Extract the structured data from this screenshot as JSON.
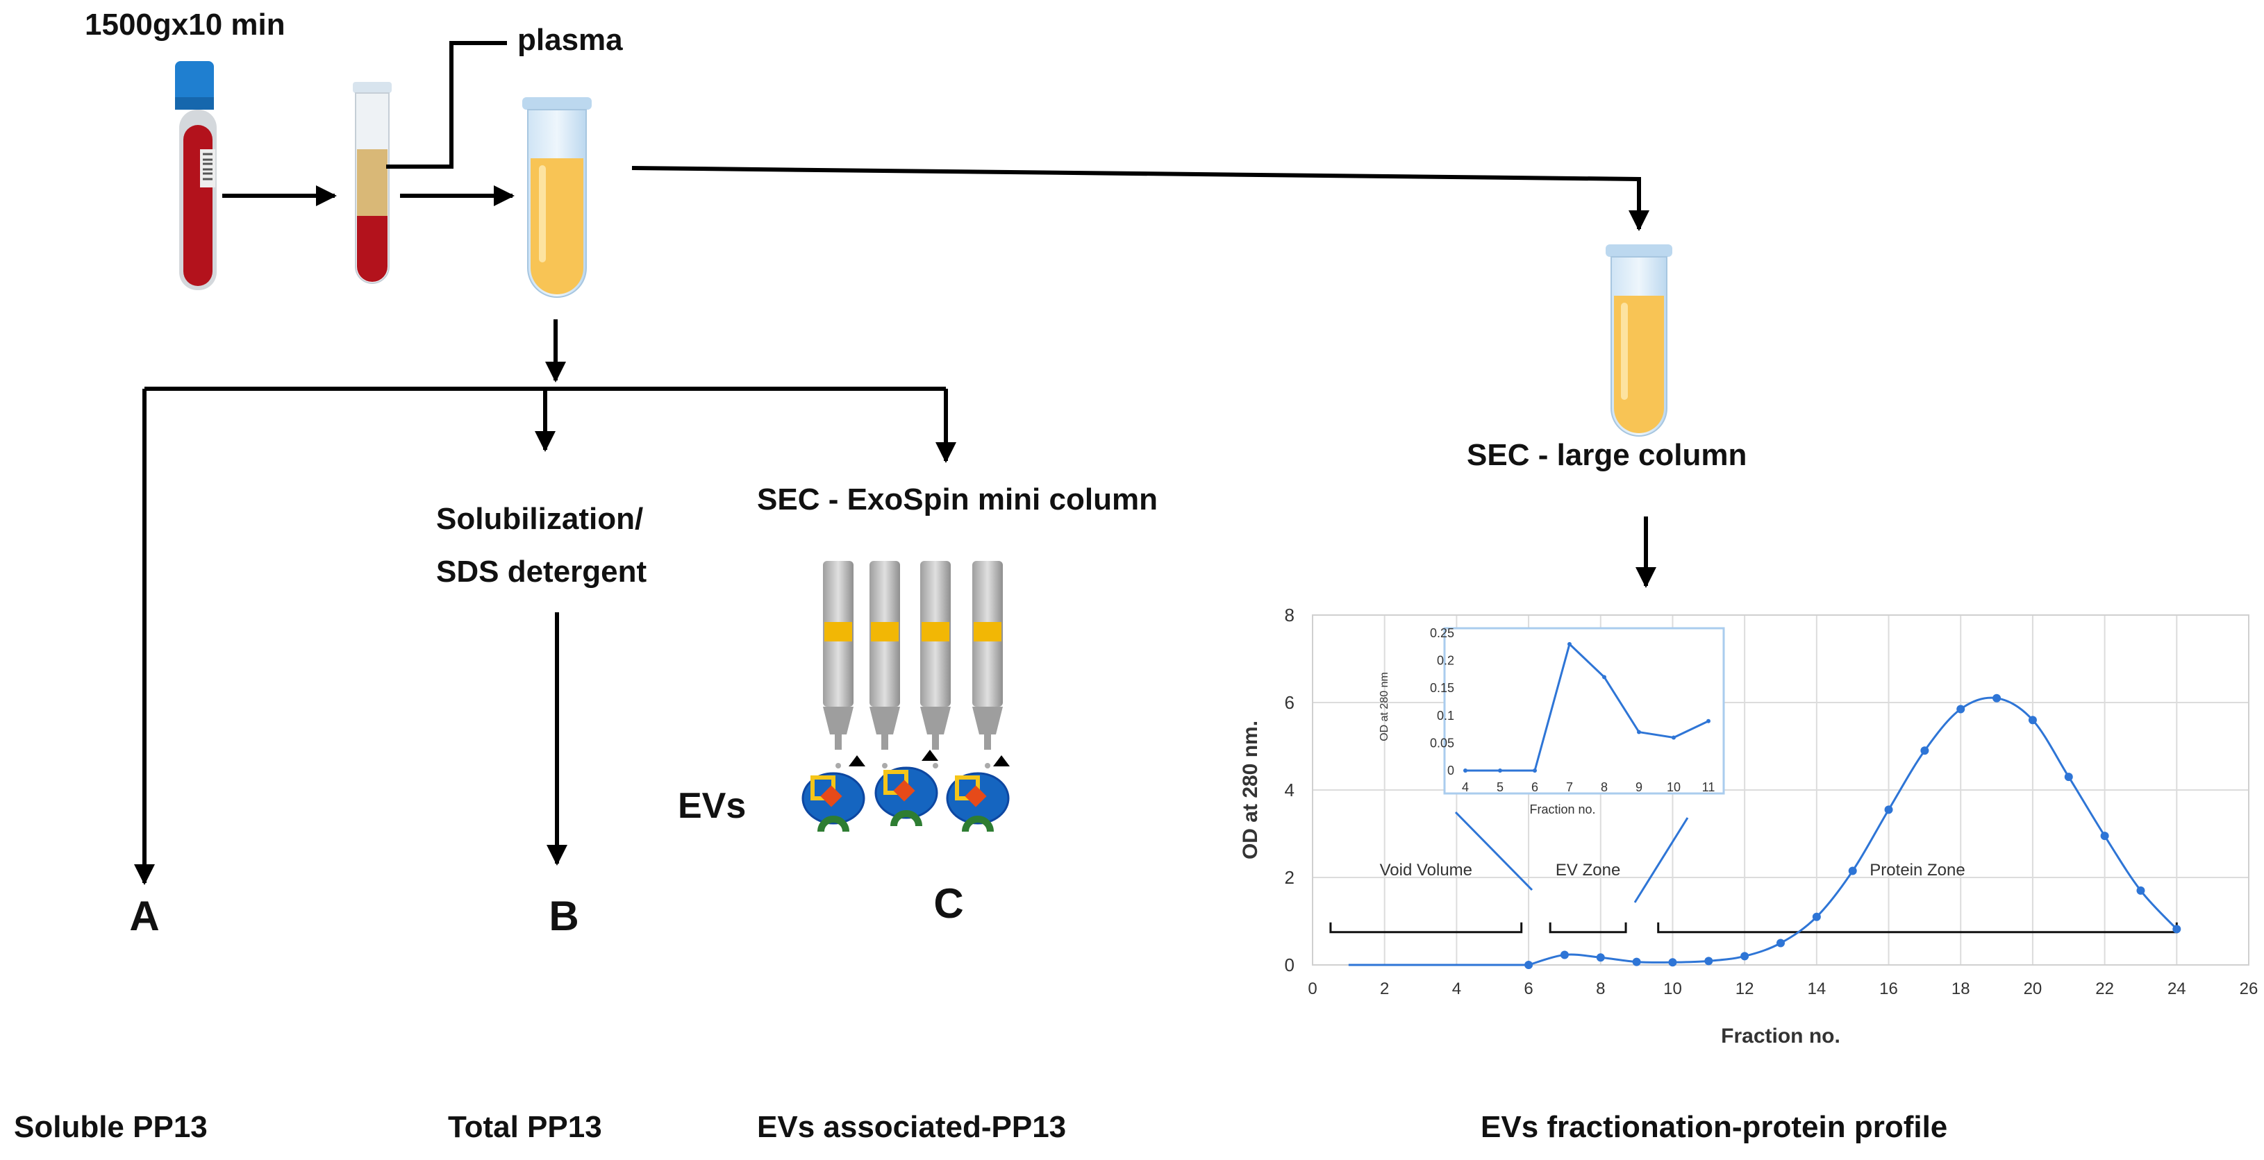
{
  "step_labels": {
    "centrifugation": "1500gx10 min",
    "plasma": "plasma",
    "solubilization_line1": "Solubilization/",
    "solubilization_line2": "SDS detergent",
    "sec_mini": "SEC - ExoSpin mini column",
    "sec_large": "SEC - large column",
    "evs": "EVs"
  },
  "branch_letters": {
    "a": "A",
    "b": "B",
    "c": "C"
  },
  "bottom_captions": {
    "a": "Soluble PP13",
    "b": "Total PP13",
    "c": "EVs associated-PP13",
    "d": "EVs fractionation-protein profile"
  },
  "colors": {
    "arrow": "#000000",
    "blood": "#b3121c",
    "plasma": "#f8c455",
    "tube_cap": "#1f7fd0",
    "line_series": "#2e75d6",
    "ev_body": "#1565c0",
    "ev_receptor": "#2e7d32",
    "ev_core": "#e64a19",
    "ev_marker": "#f5c518",
    "column_band": "#f2b705"
  },
  "chart_data": [
    {
      "type": "line",
      "title": "",
      "xlabel": "Fraction no.",
      "ylabel": "OD at 280 nm.",
      "xlim": [
        0,
        26
      ],
      "ylim": [
        0,
        8
      ],
      "x_ticks": [
        "0",
        "2",
        "4",
        "6",
        "8",
        "10",
        "12",
        "14",
        "16",
        "18",
        "20",
        "22",
        "24",
        "26"
      ],
      "y_ticks": [
        "0",
        "2",
        "4",
        "6",
        "8"
      ],
      "grid": true,
      "series": [
        {
          "x": [
            6,
            7,
            8,
            9,
            10,
            11,
            12,
            13,
            14,
            15,
            16,
            17,
            18,
            19,
            20,
            21,
            22,
            23,
            24
          ],
          "y": [
            0,
            0.23,
            0.17,
            0.07,
            0.06,
            0.09,
            0.2,
            0.5,
            1.1,
            2.15,
            3.55,
            4.9,
            5.85,
            6.1,
            5.6,
            4.3,
            2.95,
            1.7,
            0.82
          ]
        }
      ],
      "zones": [
        {
          "label": "Void Volume",
          "from": 0.5,
          "to": 5.8
        },
        {
          "label": "EV Zone",
          "from": 6.6,
          "to": 8.7
        },
        {
          "label": "Protein Zone",
          "from": 9.6,
          "to": 24
        }
      ]
    },
    {
      "type": "line",
      "title": "",
      "xlabel": "Fraction no.",
      "ylabel": "OD at 280 nm",
      "xlim": [
        4,
        11
      ],
      "ylim": [
        0,
        0.25
      ],
      "x_ticks": [
        "4",
        "5",
        "6",
        "7",
        "8",
        "9",
        "10",
        "11"
      ],
      "y_ticks": [
        "0",
        "0.05",
        "0.1",
        "0.15",
        "0.2",
        "0.25"
      ],
      "series": [
        {
          "x": [
            4,
            5,
            6,
            7,
            8,
            9,
            10,
            11
          ],
          "y": [
            0,
            0,
            0,
            0.23,
            0.17,
            0.07,
            0.06,
            0.09
          ]
        }
      ]
    }
  ]
}
